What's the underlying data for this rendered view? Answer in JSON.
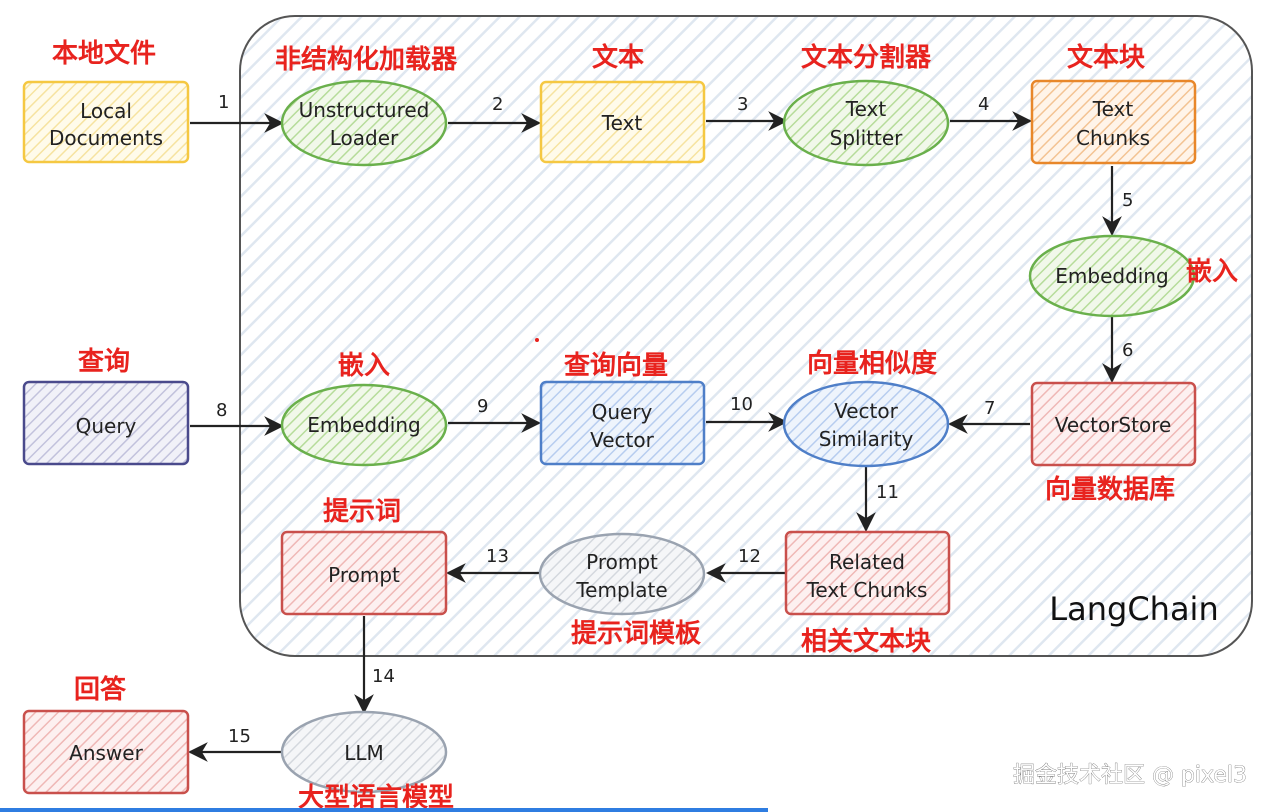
{
  "nodes": {
    "local_documents": [
      "Local",
      "Documents"
    ],
    "unstructured_loader": [
      "Unstructured",
      "Loader"
    ],
    "text": "Text",
    "text_splitter": [
      "Text",
      "Splitter"
    ],
    "text_chunks": [
      "Text",
      "Chunks"
    ],
    "embedding_top": "Embedding",
    "vectorstore": "VectorStore",
    "query": "Query",
    "embedding_mid": "Embedding",
    "query_vector": [
      "Query",
      "Vector"
    ],
    "vector_similarity": [
      "Vector",
      "Similarity"
    ],
    "related_text_chunks": [
      "Related",
      "Text Chunks"
    ],
    "prompt_template": [
      "Prompt",
      "Template"
    ],
    "prompt": "Prompt",
    "llm": "LLM",
    "answer": "Answer"
  },
  "labels_cn": {
    "local_documents": "本地文件",
    "unstructured_loader": "非结构化加载器",
    "text": "文本",
    "text_splitter": "文本分割器",
    "text_chunks": "文本块",
    "embedding_top": "嵌入",
    "query": "查询",
    "embedding_mid": "嵌入",
    "query_vector": "查询向量",
    "vector_similarity": "向量相似度",
    "vectorstore": "向量数据库",
    "prompt": "提示词",
    "prompt_template": "提示词模板",
    "related_text_chunks": "相关文本块",
    "answer": "回答",
    "llm": "大型语言模型"
  },
  "steps": [
    "1",
    "2",
    "3",
    "4",
    "5",
    "6",
    "7",
    "8",
    "9",
    "10",
    "11",
    "12",
    "13",
    "14",
    "15"
  ],
  "container_label": "LangChain",
  "watermark": "掘金技术社区 @ pixel3",
  "colors": {
    "yellow": "#f5c842",
    "green": "#6ab04c",
    "orange": "#e8872a",
    "purple": "#4a4a8c",
    "blue": "#4f7fc8",
    "red": "#c9504c",
    "gray": "#9aa3b0",
    "red_text": "#e8231e"
  }
}
